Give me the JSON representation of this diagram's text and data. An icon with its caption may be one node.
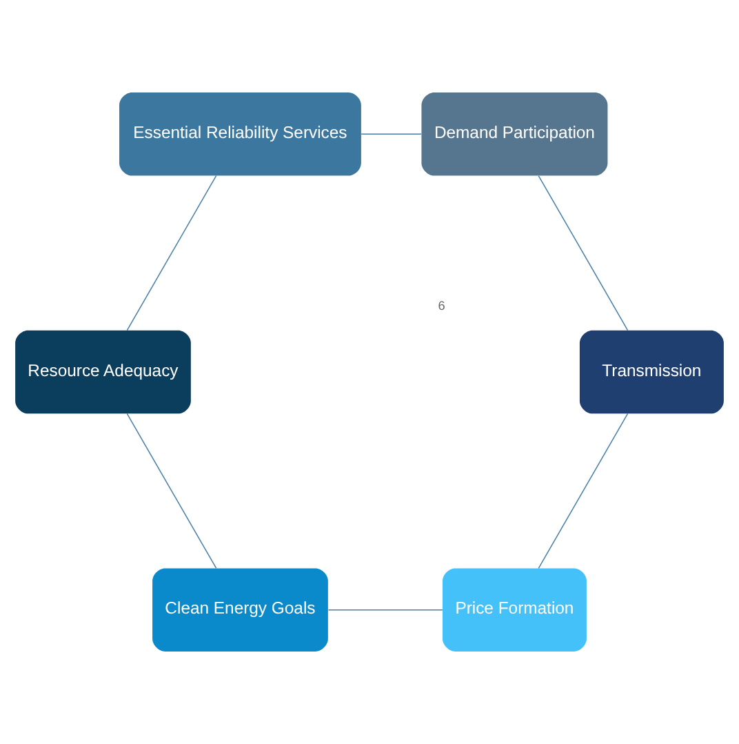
{
  "diagram": {
    "nodes": [
      {
        "text": [
          "Price Formation"
        ]
      },
      {
        "text": [
          "Clean Energy Goals"
        ]
      },
      {
        "text": [
          "Resource Adequacy"
        ]
      },
      {
        "text": [
          "Essential Reliability Services"
        ]
      },
      {
        "text": [
          "Demand Participation"
        ]
      },
      {
        "text": [
          "Transmission"
        ]
      }
    ],
    "edges": [
      {
        "from": 0,
        "to": 1,
        "arrow": "none"
      },
      {
        "from": 1,
        "to": 2,
        "arrow": "none"
      },
      {
        "from": 2,
        "to": 3,
        "arrow": "none"
      },
      {
        "from": 3,
        "to": 4,
        "arrow": "none"
      },
      {
        "from": 4,
        "to": 5,
        "arrow": "none"
      },
      {
        "from": 5,
        "to": 0,
        "arrow": "none"
      }
    ],
    "labels": [
      "6"
    ]
  }
}
